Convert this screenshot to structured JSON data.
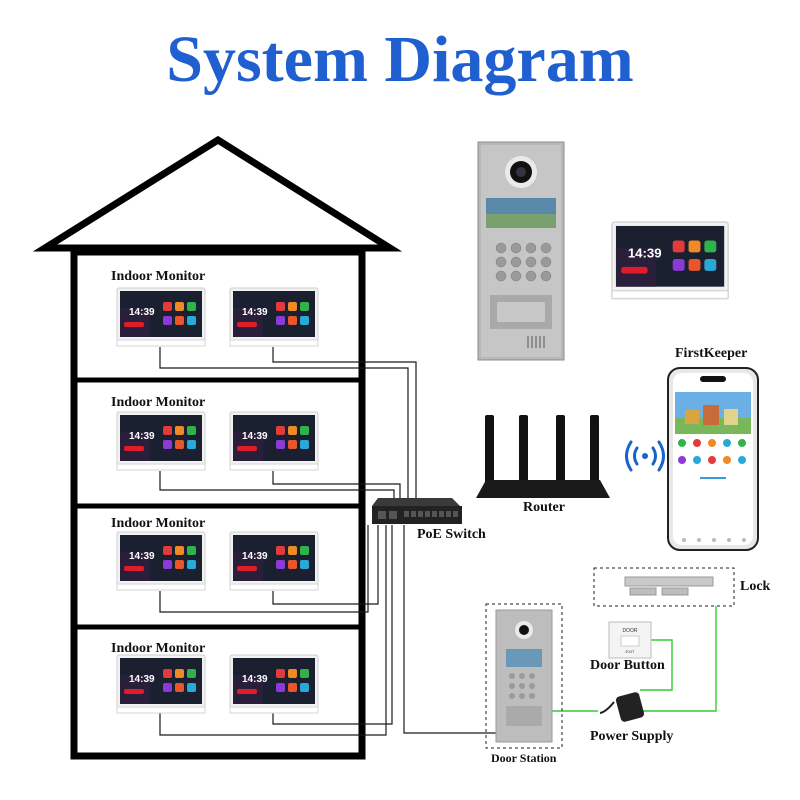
{
  "title": "System Diagram",
  "labels": {
    "indoor_monitor_1": "Indoor Monitor",
    "indoor_monitor_2": "Indoor Monitor",
    "indoor_monitor_3": "Indoor Monitor",
    "indoor_monitor_4": "Indoor Monitor",
    "firstkeeper": "FirstKeeper",
    "router": "Router",
    "poe_switch": "PoE Switch",
    "lock": "Lock",
    "door_button": "Door Button",
    "power_supply": "Power Supply",
    "door_station": "Door Station"
  },
  "monitor_time": "14:39",
  "colors": {
    "title": "#1f5fcf",
    "wire_black": "#1a1a1a",
    "wire_green": "#33cc33",
    "house_outline": "#000000"
  },
  "icons": [
    "house-icon",
    "monitor-icon",
    "poe-switch-icon",
    "router-icon",
    "smartphone-icon",
    "wifi-signal-icon",
    "door-station-icon",
    "lock-icon",
    "door-button-icon",
    "power-supply-icon"
  ]
}
